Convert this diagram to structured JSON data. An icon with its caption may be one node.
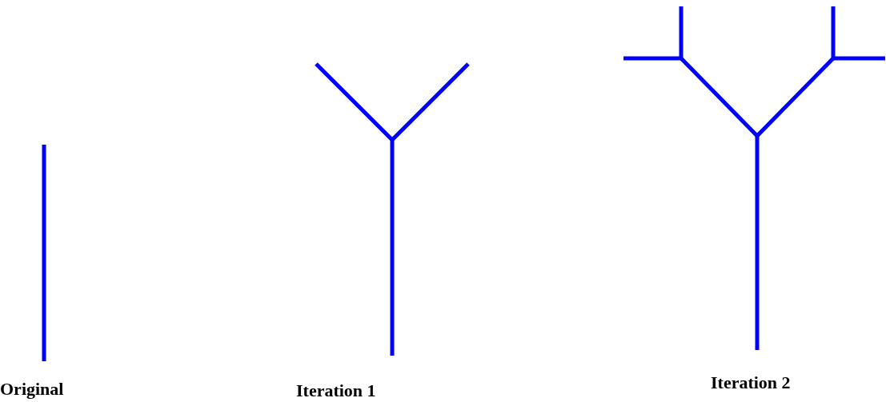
{
  "diagram": {
    "labels": [
      "Original",
      "Iteration 1",
      "Iteration 2"
    ]
  }
}
